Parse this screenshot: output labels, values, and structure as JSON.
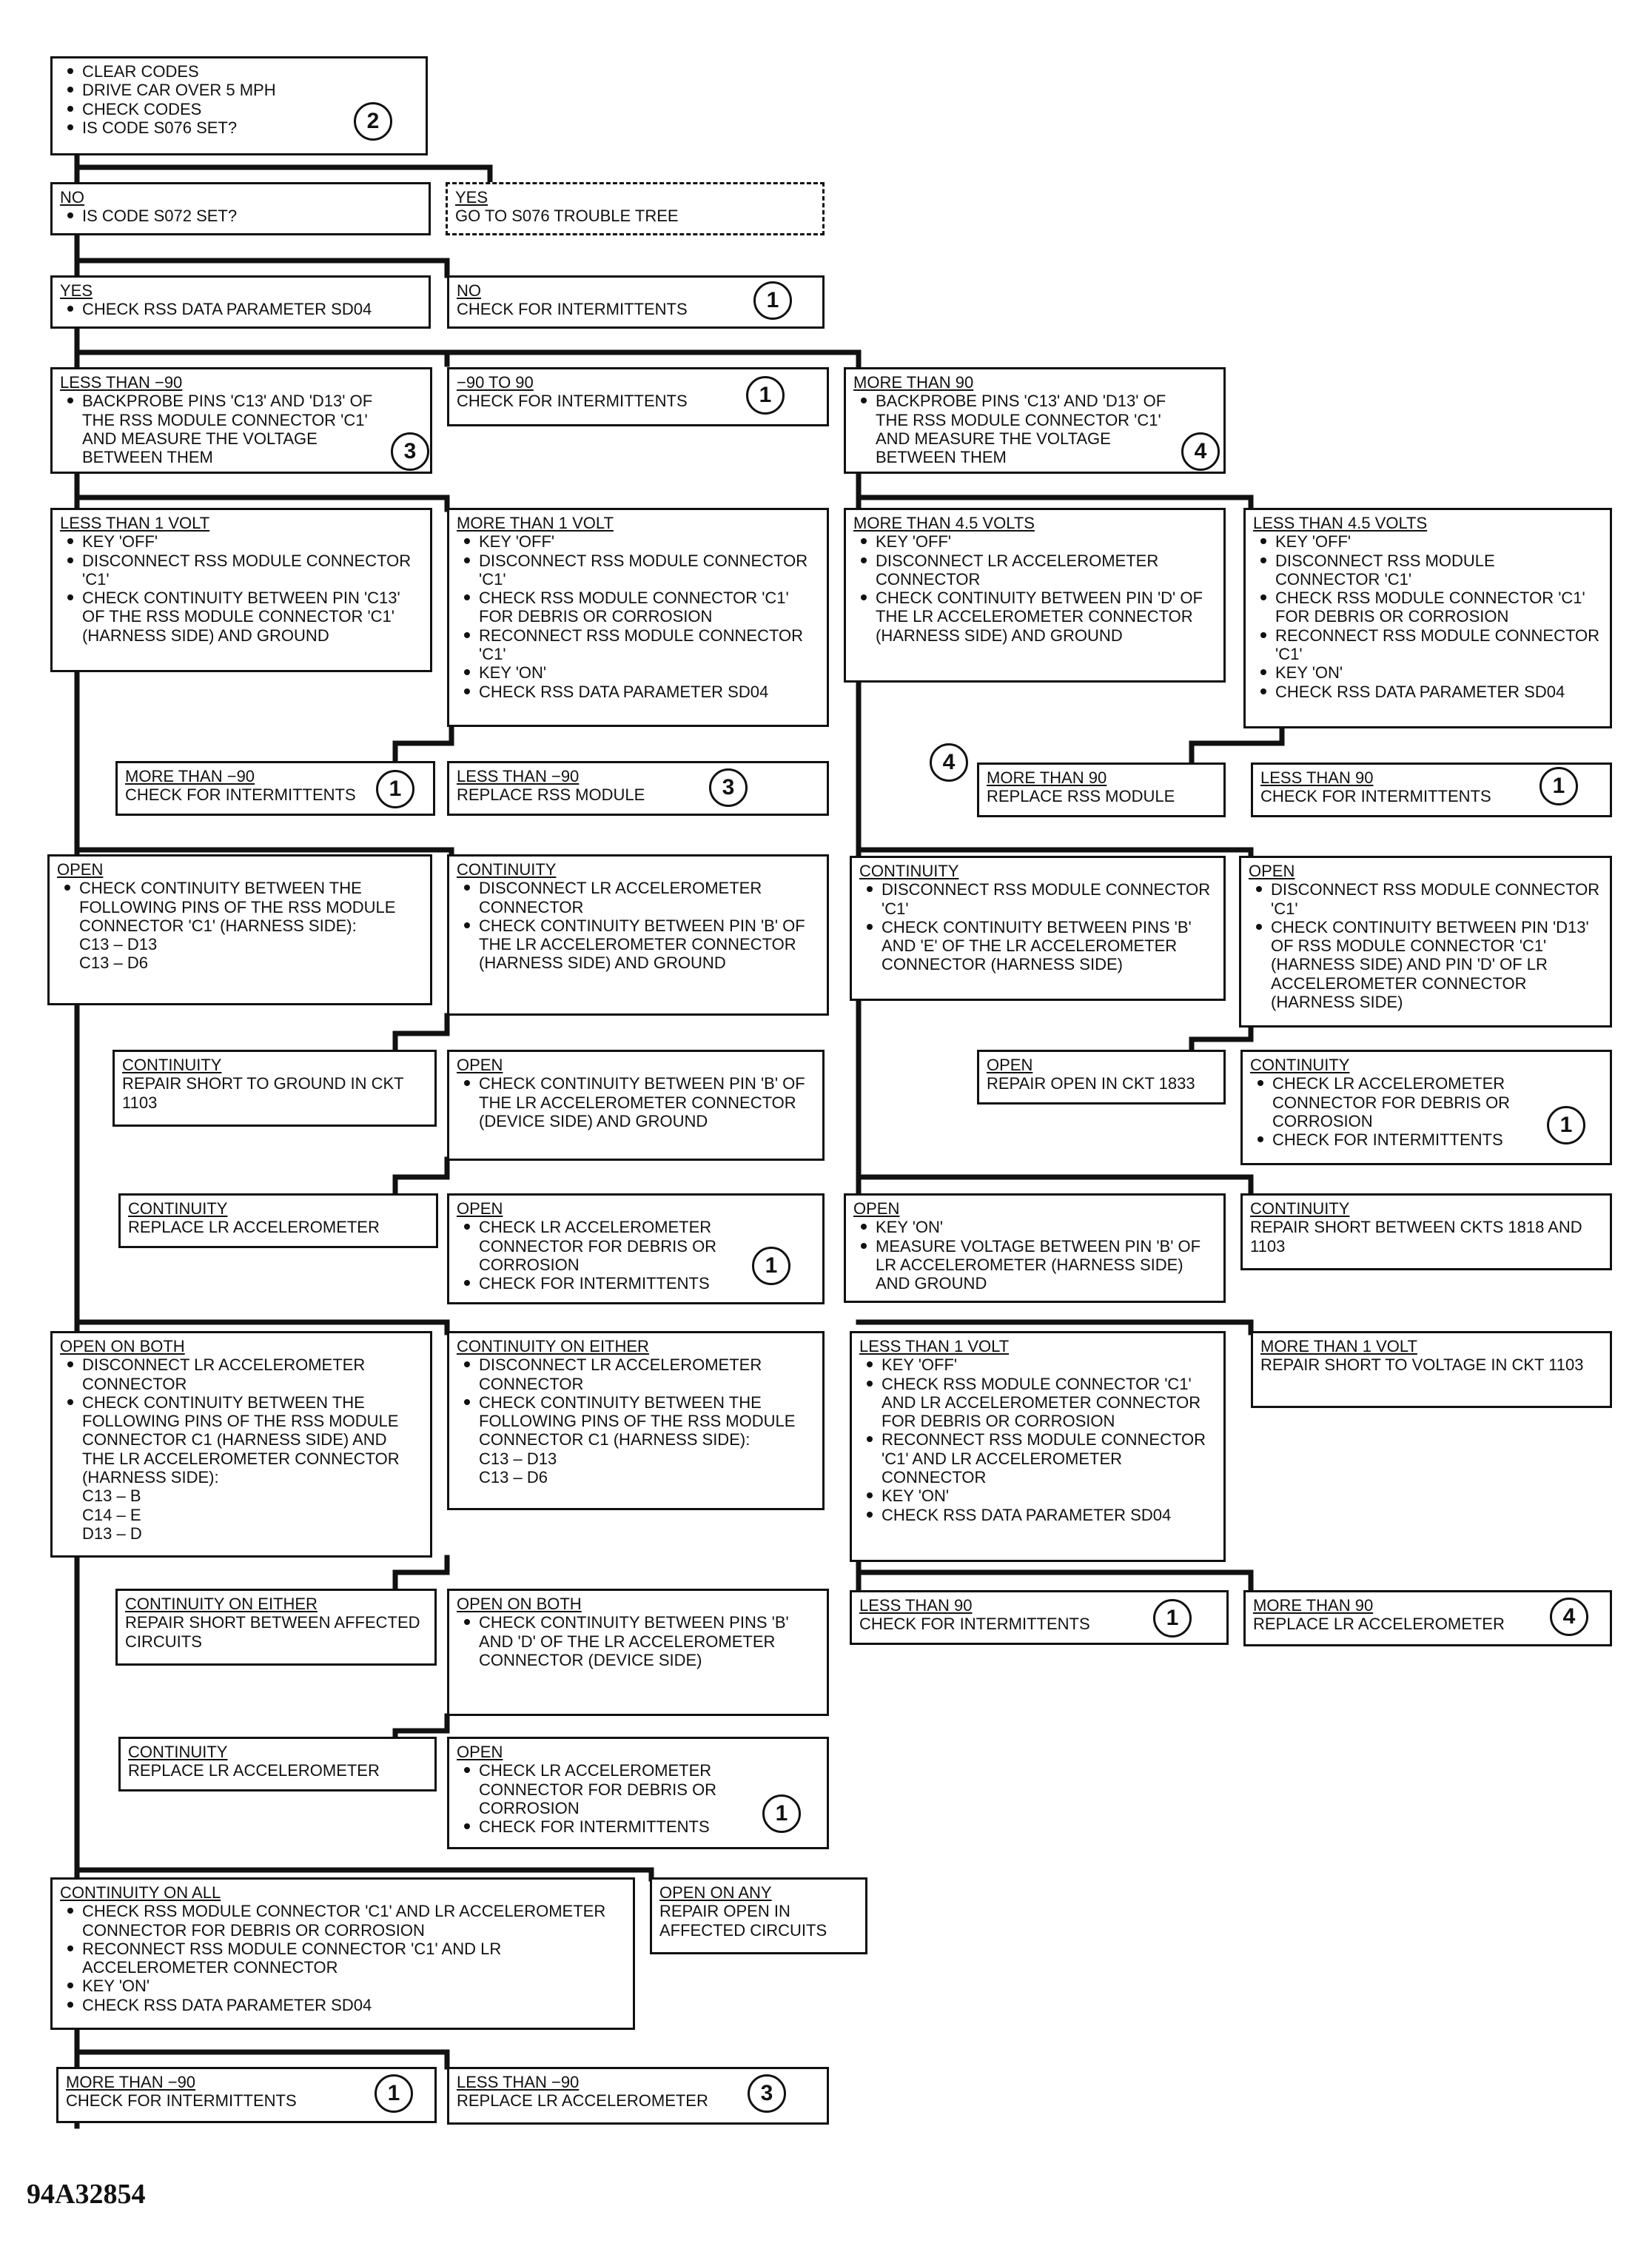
{
  "figure_id": "94A32854",
  "boxes": {
    "b1": {
      "items": [
        "CLEAR CODES",
        "DRIVE CAR OVER 5 MPH",
        "CHECK CODES",
        "IS CODE S076 SET?"
      ],
      "ref": "2"
    },
    "b2": {
      "head": "NO",
      "items": [
        "IS CODE S072 SET?"
      ]
    },
    "b3": {
      "head": "YES",
      "text": "GO TO S076 TROUBLE TREE"
    },
    "b4": {
      "head": "YES",
      "items": [
        "CHECK RSS DATA PARAMETER SD04"
      ]
    },
    "b5": {
      "head": "NO",
      "text": "CHECK FOR INTERMITTENTS",
      "ref": "1"
    },
    "b6": {
      "head": "LESS THAN −90",
      "items": [
        "BACKPROBE PINS 'C13' AND 'D13' OF THE RSS MODULE CONNECTOR 'C1' AND MEASURE THE VOLTAGE BETWEEN THEM"
      ],
      "ref": "3"
    },
    "b7": {
      "head": "−90 TO 90",
      "text": "CHECK FOR INTERMITTENTS",
      "ref": "1"
    },
    "b8": {
      "head": "MORE THAN 90",
      "items": [
        "BACKPROBE PINS 'C13' AND 'D13' OF THE RSS MODULE CONNECTOR 'C1' AND MEASURE THE VOLTAGE BETWEEN THEM"
      ],
      "ref": "4"
    },
    "b9": {
      "head": "LESS THAN 1 VOLT",
      "items": [
        "KEY 'OFF'",
        "DISCONNECT RSS MODULE CONNECTOR 'C1'",
        "CHECK CONTINUITY BETWEEN PIN 'C13' OF THE RSS MODULE CONNECTOR 'C1' (HARNESS SIDE) AND GROUND"
      ]
    },
    "b10": {
      "head": "MORE THAN 1 VOLT",
      "items": [
        "KEY 'OFF'",
        "DISCONNECT RSS MODULE CONNECTOR 'C1'",
        "CHECK RSS MODULE CONNECTOR 'C1' FOR DEBRIS OR CORROSION",
        "RECONNECT RSS MODULE CONNECTOR 'C1'",
        "KEY 'ON'",
        "CHECK RSS DATA PARAMETER SD04"
      ]
    },
    "b11": {
      "head": "MORE THAN 4.5 VOLTS",
      "items": [
        "KEY 'OFF'",
        "DISCONNECT LR ACCELEROMETER CONNECTOR",
        "CHECK CONTINUITY BETWEEN PIN 'D' OF THE LR ACCELEROMETER CONNECTOR (HARNESS SIDE) AND GROUND"
      ]
    },
    "b12": {
      "head": "LESS THAN 4.5 VOLTS",
      "items": [
        "KEY 'OFF'",
        "DISCONNECT RSS MODULE CONNECTOR 'C1'",
        "CHECK RSS MODULE CONNECTOR 'C1' FOR DEBRIS OR CORROSION",
        "RECONNECT RSS MODULE CONNECTOR 'C1'",
        "KEY 'ON'",
        "CHECK RSS DATA PARAMETER SD04"
      ]
    },
    "b13": {
      "head": "MORE THAN −90",
      "text": "CHECK FOR INTERMITTENTS",
      "ref": "1"
    },
    "b14": {
      "head": "LESS THAN −90",
      "text": "REPLACE RSS MODULE",
      "ref": "3"
    },
    "b15": {
      "head": "MORE THAN 90",
      "text": "REPLACE RSS MODULE",
      "ref": "4"
    },
    "b16": {
      "head": "LESS THAN 90",
      "text": "CHECK FOR INTERMITTENTS",
      "ref": "1"
    },
    "b17": {
      "head": "OPEN",
      "items": [
        "CHECK CONTINUITY BETWEEN THE FOLLOWING PINS OF THE RSS MODULE CONNECTOR 'C1' (HARNESS SIDE):"
      ],
      "sub": [
        "C13 – D13",
        "C13 – D6"
      ]
    },
    "b18": {
      "head": "CONTINUITY",
      "items": [
        "DISCONNECT LR ACCELEROMETER CONNECTOR",
        "CHECK CONTINUITY BETWEEN PIN 'B' OF THE LR ACCELEROMETER CONNECTOR (HARNESS SIDE) AND GROUND"
      ]
    },
    "b19": {
      "head": "CONTINUITY",
      "items": [
        "DISCONNECT RSS MODULE CONNECTOR 'C1'",
        "CHECK CONTINUITY BETWEEN PINS 'B' AND 'E' OF THE LR ACCELEROMETER CONNECTOR (HARNESS SIDE)"
      ]
    },
    "b20": {
      "head": "OPEN",
      "items": [
        "DISCONNECT RSS MODULE CONNECTOR 'C1'",
        "CHECK CONTINUITY BETWEEN PIN 'D13' OF RSS MODULE CONNECTOR 'C1' (HARNESS SIDE) AND PIN 'D' OF LR ACCELEROMETER CONNECTOR (HARNESS SIDE)"
      ]
    },
    "b21": {
      "head": "CONTINUITY",
      "text": "REPAIR SHORT TO GROUND IN CKT 1103"
    },
    "b22": {
      "head": "OPEN",
      "items": [
        "CHECK CONTINUITY BETWEEN PIN 'B' OF THE LR ACCELEROMETER CONNECTOR (DEVICE SIDE) AND GROUND"
      ]
    },
    "b23": {
      "head": "OPEN",
      "text": "REPAIR OPEN IN CKT 1833"
    },
    "b24": {
      "head": "CONTINUITY",
      "items": [
        "CHECK LR ACCELEROMETER CONNECTOR FOR DEBRIS OR CORROSION",
        "CHECK FOR INTERMITTENTS"
      ],
      "ref": "1"
    },
    "b25": {
      "head": "CONTINUITY",
      "text": "REPLACE LR ACCELEROMETER"
    },
    "b26": {
      "head": "OPEN",
      "items": [
        "CHECK LR ACCELEROMETER CONNECTOR FOR DEBRIS OR CORROSION",
        "CHECK FOR INTERMITTENTS"
      ],
      "ref": "1"
    },
    "b27": {
      "head": "OPEN",
      "items": [
        "KEY 'ON'",
        "MEASURE VOLTAGE BETWEEN PIN 'B' OF LR ACCELEROMETER (HARNESS SIDE) AND GROUND"
      ]
    },
    "b28": {
      "head": "CONTINUITY",
      "text": "REPAIR SHORT BETWEEN CKTS 1818 AND 1103"
    },
    "b29": {
      "head": "OPEN ON BOTH",
      "items": [
        "DISCONNECT LR ACCELEROMETER CONNECTOR",
        "CHECK CONTINUITY BETWEEN THE FOLLOWING PINS OF THE RSS MODULE CONNECTOR C1 (HARNESS SIDE) AND THE LR ACCELEROMETER CONNECTOR (HARNESS SIDE):"
      ],
      "sub": [
        "C13 – B",
        "C14 – E",
        "D13 – D"
      ]
    },
    "b30": {
      "head": "CONTINUITY ON EITHER",
      "items": [
        "DISCONNECT LR ACCELEROMETER CONNECTOR",
        "CHECK CONTINUITY BETWEEN THE FOLLOWING PINS OF THE RSS MODULE CONNECTOR C1 (HARNESS SIDE):"
      ],
      "sub": [
        "C13 – D13",
        "C13 – D6"
      ]
    },
    "b31": {
      "head": "LESS THAN 1 VOLT",
      "items": [
        "KEY 'OFF'",
        "CHECK RSS MODULE CONNECTOR 'C1' AND LR ACCELEROMETER CONNECTOR FOR DEBRIS OR CORROSION",
        "RECONNECT RSS MODULE CONNECTOR 'C1' AND LR ACCELEROMETER CONNECTOR",
        "KEY 'ON'",
        "CHECK RSS DATA PARAMETER SD04"
      ]
    },
    "b32": {
      "head": "MORE THAN 1 VOLT",
      "text": "REPAIR SHORT TO VOLTAGE IN CKT 1103"
    },
    "b33": {
      "head": "CONTINUITY ON EITHER",
      "text": "REPAIR SHORT BETWEEN AFFECTED CIRCUITS"
    },
    "b34": {
      "head": "OPEN ON BOTH",
      "items": [
        "CHECK CONTINUITY BETWEEN PINS 'B' AND 'D' OF THE LR ACCELEROMETER CONNECTOR (DEVICE SIDE)"
      ]
    },
    "b35": {
      "head": "LESS THAN 90",
      "text": "CHECK FOR INTERMITTENTS",
      "ref": "1"
    },
    "b36": {
      "head": "MORE THAN 90",
      "text": "REPLACE LR ACCELEROMETER",
      "ref": "4"
    },
    "b37": {
      "head": "CONTINUITY",
      "text": "REPLACE LR ACCELEROMETER"
    },
    "b38": {
      "head": "OPEN",
      "items": [
        "CHECK LR ACCELEROMETER CONNECTOR FOR DEBRIS OR CORROSION",
        "CHECK FOR INTERMITTENTS"
      ],
      "ref": "1"
    },
    "b39": {
      "head": "CONTINUITY ON ALL",
      "items": [
        "CHECK RSS MODULE CONNECTOR 'C1' AND LR ACCELEROMETER CONNECTOR FOR DEBRIS OR CORROSION",
        "RECONNECT RSS MODULE CONNECTOR 'C1' AND LR ACCELEROMETER CONNECTOR",
        "KEY 'ON'",
        "CHECK RSS DATA PARAMETER SD04"
      ]
    },
    "b40": {
      "head": "OPEN ON ANY",
      "text": "REPAIR OPEN IN AFFECTED CIRCUITS"
    },
    "b41": {
      "head": "MORE THAN −90",
      "text": "CHECK FOR INTERMITTENTS",
      "ref": "1"
    },
    "b42": {
      "head": "LESS THAN −90",
      "text": "REPLACE LR ACCELEROMETER",
      "ref": "3"
    }
  },
  "standalone_refs": {
    "r1": "4"
  }
}
